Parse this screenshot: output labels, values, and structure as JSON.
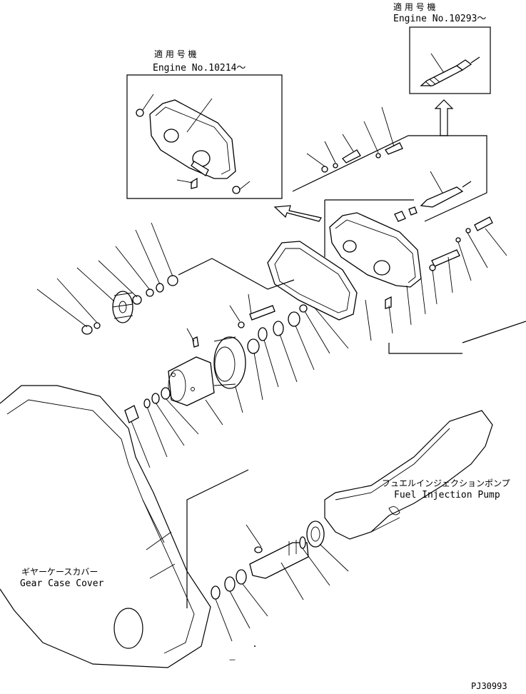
{
  "inset_upper_right": {
    "jp": "適 用 号 機",
    "engine": "Engine No.10293～"
  },
  "inset_upper_left": {
    "jp": "適 用 号 機",
    "engine": "Engine No.10214～"
  },
  "fuel_pump": {
    "jp": "フュエルインジェクションポンプ",
    "en": "Fuel Injection Pump"
  },
  "gear_case": {
    "jp": "ギヤーケースカバー",
    "en": "Gear Case Cover"
  },
  "drawing_code": "PJ30993",
  "dash_mark": "－"
}
